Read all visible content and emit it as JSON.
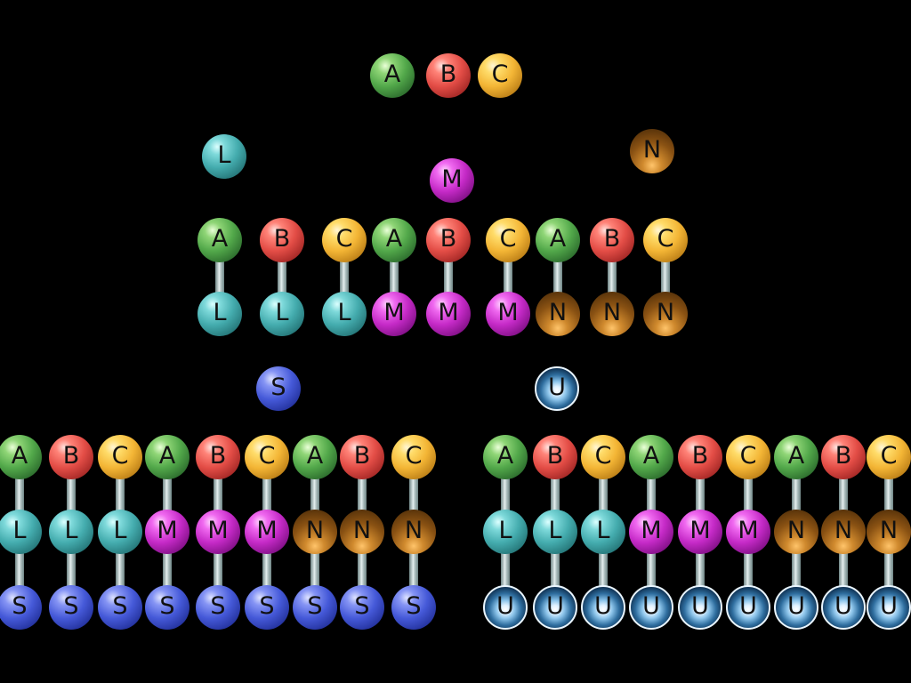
{
  "colors": {
    "background": "#000000",
    "A": "#52a84a",
    "B": "#e34d46",
    "C": "#f3b535",
    "L": "#44acae",
    "M": "#c52ac7",
    "N": "#8a5213",
    "S": "#4559d8",
    "U": "#8cc4ea"
  },
  "diagram": {
    "top_row": [
      "A",
      "B",
      "C"
    ],
    "singles": [
      "L",
      "M",
      "N",
      "S",
      "U"
    ],
    "middle_chain": {
      "top": [
        "A",
        "B",
        "C",
        "A",
        "B",
        "C",
        "A",
        "B",
        "C"
      ],
      "bottom": [
        "L",
        "L",
        "L",
        "M",
        "M",
        "M",
        "N",
        "N",
        "N"
      ]
    },
    "left_chain": {
      "top": [
        "A",
        "B",
        "C",
        "A",
        "B",
        "C",
        "A",
        "B",
        "C"
      ],
      "middle": [
        "L",
        "L",
        "L",
        "M",
        "M",
        "M",
        "N",
        "N",
        "N"
      ],
      "bottom": [
        "S",
        "S",
        "S",
        "S",
        "S",
        "S",
        "S",
        "S",
        "S"
      ]
    },
    "right_chain": {
      "top": [
        "A",
        "B",
        "C",
        "A",
        "B",
        "C",
        "A",
        "B",
        "C"
      ],
      "middle": [
        "L",
        "L",
        "L",
        "M",
        "M",
        "M",
        "N",
        "N",
        "N"
      ],
      "bottom": [
        "U",
        "U",
        "U",
        "U",
        "U",
        "U",
        "U",
        "U",
        "U"
      ]
    }
  }
}
